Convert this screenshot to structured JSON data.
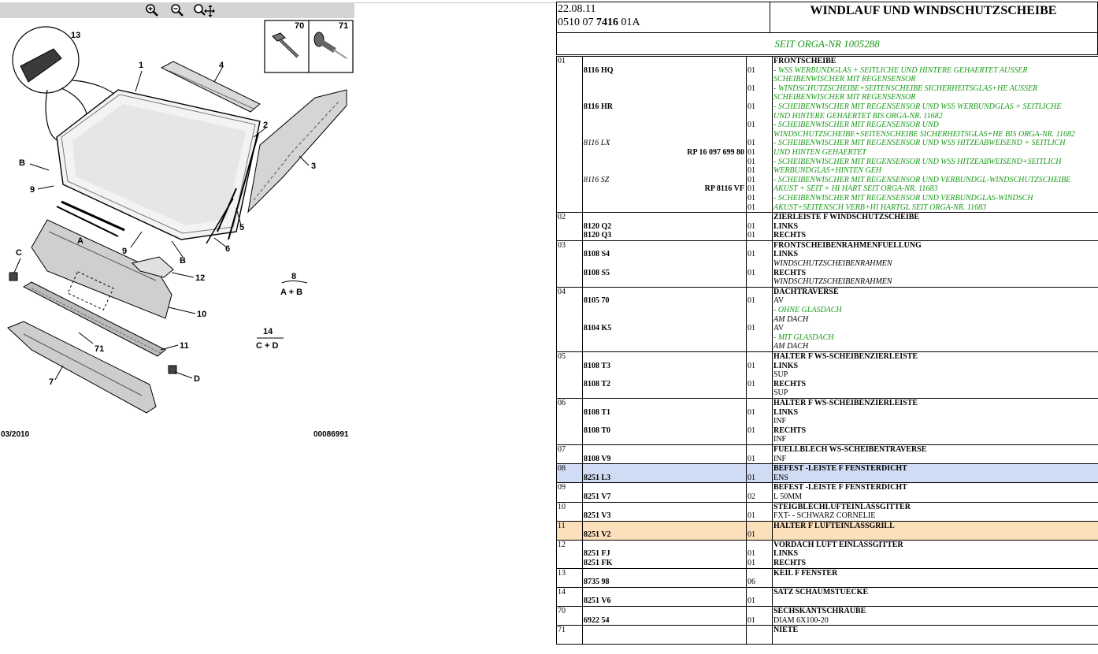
{
  "toolbar": {
    "zoom_in_icon": "zoom-in-icon",
    "zoom_out_icon": "zoom-out-icon",
    "pan_icon": "pan-icon"
  },
  "diagram": {
    "callouts": [
      "13",
      "1",
      "4",
      "2",
      "3",
      "B",
      "9",
      "A",
      "9",
      "B",
      "5",
      "6",
      "C",
      "12",
      "8",
      "A + B",
      "10",
      "14",
      "C + D",
      "11",
      "71",
      "7",
      "D",
      "70",
      "71"
    ],
    "footer_left": "03/2010",
    "footer_right": "00086991"
  },
  "header": {
    "date": "22.08.11",
    "code_pre": "0510 07 ",
    "code_bold": "7416",
    "code_post": " 01A",
    "title": "WINDLAUF UND WINDSCHUTZSCHEIBE",
    "since": "SEIT ORGA-NR 1005288"
  },
  "rows": [
    {
      "pos": "01",
      "hl": "",
      "lines": [
        {
          "ref": "",
          "refs": "",
          "rp": "",
          "qty": "",
          "desc": "FRONTSCHEIBE",
          "ds": "b"
        },
        {
          "ref": "8116 HQ",
          "refs": "b",
          "rp": "",
          "qty": "01",
          "desc": "- WSS WERBUNDGLAS + SEITLICHE UND HINTERE GEHAERTET AUSSER",
          "ds": "g"
        },
        {
          "ref": "",
          "refs": "",
          "rp": "",
          "qty": "",
          "desc": "SCHEIBENWISCHER MIT REGENSENSOR",
          "ds": "g"
        },
        {
          "ref": "",
          "refs": "",
          "rp": "",
          "qty": "01",
          "desc": "- WINDSCHUTZSCHEIBE+SEITENSCHEIBE SICHERHEITSGLAS+HE AUSSER",
          "ds": "g"
        },
        {
          "ref": "",
          "refs": "",
          "rp": "",
          "qty": "",
          "desc": "SCHEIBENWISCHER MIT REGENSENSOR",
          "ds": "g"
        },
        {
          "ref": "8116 HR",
          "refs": "b",
          "rp": "",
          "qty": "01",
          "desc": "- SCHEIBENWISCHER MIT REGENSENSOR UND WSS WERBUNDGLAS + SEITLICHE",
          "ds": "g"
        },
        {
          "ref": "",
          "refs": "",
          "rp": "",
          "qty": "",
          "desc": "UND HINTERE GEHAERTET BIS ORGA-NR. 11682",
          "ds": "g"
        },
        {
          "ref": "",
          "refs": "",
          "rp": "",
          "qty": "01",
          "desc": "- SCHEIBENWISCHER MIT REGENSENSOR UND",
          "ds": "g"
        },
        {
          "ref": "",
          "refs": "",
          "rp": "",
          "qty": "",
          "desc": "WINDSCHUTZSCHEIBE+SEITENSCHEIBE SICHERHEITSGLAS+HE BIS ORGA-NR. 11682",
          "ds": "g"
        },
        {
          "ref": "8116 LX",
          "refs": "i",
          "rp": "",
          "qty": "01",
          "desc": "- SCHEIBENWISCHER MIT REGENSENSOR UND WSS HITZEABWEISEND + SEITLICH",
          "ds": "g"
        },
        {
          "ref": "",
          "refs": "",
          "rp": "RP 16 097 699 80",
          "qty": "01",
          "desc": "UND HINTEN GEHAERTET",
          "ds": "g"
        },
        {
          "ref": "",
          "refs": "",
          "rp": "",
          "qty": "01",
          "desc": "- SCHEIBENWISCHER MIT REGENSENSOR UND WSS HITZEABWEISEND+SEITLICH",
          "ds": "g"
        },
        {
          "ref": "",
          "refs": "",
          "rp": "",
          "qty": "01",
          "desc": "WERBUNDGLAS+HINTEN GEH",
          "ds": "g"
        },
        {
          "ref": "8116 SZ",
          "refs": "i",
          "rp": "",
          "qty": "01",
          "desc": "- SCHEIBENWISCHER MIT REGENSENSOR UND VERBUNDGL-WINDSCHUTZSCHEIBE",
          "ds": "g"
        },
        {
          "ref": "",
          "refs": "",
          "rp": "RP 8116 VF",
          "qty": "01",
          "desc": "AKUST + SEIT + HI HART SEIT ORGA-NR. 11683",
          "ds": "g"
        },
        {
          "ref": "",
          "refs": "",
          "rp": "",
          "qty": "01",
          "desc": "- SCHEIBENWISCHER MIT REGENSENSOR UND VERBUNDGLAS-WINDSCH",
          "ds": "g"
        },
        {
          "ref": "",
          "refs": "",
          "rp": "",
          "qty": "01",
          "desc": "AKUST+SEITENSCH VERB+HI HARTGL SEIT ORGA-NR. 11683",
          "ds": "g"
        }
      ]
    },
    {
      "pos": "02",
      "hl": "",
      "lines": [
        {
          "ref": "",
          "refs": "",
          "rp": "",
          "qty": "",
          "desc": "ZIERLEISTE F WINDSCHUTZSCHEIBE",
          "ds": "b"
        },
        {
          "ref": "8120 Q2",
          "refs": "b",
          "rp": "",
          "qty": "01",
          "desc": "LINKS",
          "ds": "b"
        },
        {
          "ref": "8120 Q3",
          "refs": "b",
          "rp": "",
          "qty": "01",
          "desc": "RECHTS",
          "ds": "b"
        }
      ]
    },
    {
      "pos": "03",
      "hl": "",
      "lines": [
        {
          "ref": "",
          "refs": "",
          "rp": "",
          "qty": "",
          "desc": "FRONTSCHEIBENRAHMENFUELLUNG",
          "ds": "b"
        },
        {
          "ref": "8108 S4",
          "refs": "b",
          "rp": "",
          "qty": "01",
          "desc": "LINKS",
          "ds": "b"
        },
        {
          "ref": "",
          "refs": "",
          "rp": "",
          "qty": "",
          "desc": "WINDSCHUTZSCHEIBENRAHMEN",
          "ds": "i"
        },
        {
          "ref": "8108 S5",
          "refs": "b",
          "rp": "",
          "qty": "01",
          "desc": "RECHTS",
          "ds": "b"
        },
        {
          "ref": "",
          "refs": "",
          "rp": "",
          "qty": "",
          "desc": "WINDSCHUTZSCHEIBENRAHMEN",
          "ds": "i"
        }
      ]
    },
    {
      "pos": "04",
      "hl": "",
      "lines": [
        {
          "ref": "",
          "refs": "",
          "rp": "",
          "qty": "",
          "desc": "DACHTRAVERSE",
          "ds": "b"
        },
        {
          "ref": "8105 70",
          "refs": "b",
          "rp": "",
          "qty": "01",
          "desc": "AV",
          "ds": "n"
        },
        {
          "ref": "",
          "refs": "",
          "rp": "",
          "qty": "",
          "desc": "- OHNE GLASDACH",
          "ds": "g"
        },
        {
          "ref": "",
          "refs": "",
          "rp": "",
          "qty": "",
          "desc": "AM DACH",
          "ds": "i"
        },
        {
          "ref": "8104 K5",
          "refs": "b",
          "rp": "",
          "qty": "01",
          "desc": "AV",
          "ds": "n"
        },
        {
          "ref": "",
          "refs": "",
          "rp": "",
          "qty": "",
          "desc": "- MIT GLASDACH",
          "ds": "g"
        },
        {
          "ref": "",
          "refs": "",
          "rp": "",
          "qty": "",
          "desc": "AM DACH",
          "ds": "i"
        }
      ]
    },
    {
      "pos": "05",
      "hl": "",
      "lines": [
        {
          "ref": "",
          "refs": "",
          "rp": "",
          "qty": "",
          "desc": "HALTER F WS-SCHEIBENZIERLEISTE",
          "ds": "b"
        },
        {
          "ref": "8108 T3",
          "refs": "b",
          "rp": "",
          "qty": "01",
          "desc": "LINKS",
          "ds": "b"
        },
        {
          "ref": "",
          "refs": "",
          "rp": "",
          "qty": "",
          "desc": "SUP",
          "ds": "n"
        },
        {
          "ref": "8108 T2",
          "refs": "b",
          "rp": "",
          "qty": "01",
          "desc": "RECHTS",
          "ds": "b"
        },
        {
          "ref": "",
          "refs": "",
          "rp": "",
          "qty": "",
          "desc": "SUP",
          "ds": "n"
        }
      ]
    },
    {
      "pos": "06",
      "hl": "",
      "lines": [
        {
          "ref": "",
          "refs": "",
          "rp": "",
          "qty": "",
          "desc": "HALTER F WS-SCHEIBENZIERLEISTE",
          "ds": "b"
        },
        {
          "ref": "8108 T1",
          "refs": "b",
          "rp": "",
          "qty": "01",
          "desc": "LINKS",
          "ds": "b"
        },
        {
          "ref": "",
          "refs": "",
          "rp": "",
          "qty": "",
          "desc": "INF",
          "ds": "n"
        },
        {
          "ref": "8108 T0",
          "refs": "b",
          "rp": "",
          "qty": "01",
          "desc": "RECHTS",
          "ds": "b"
        },
        {
          "ref": "",
          "refs": "",
          "rp": "",
          "qty": "",
          "desc": "INF",
          "ds": "n"
        }
      ]
    },
    {
      "pos": "07",
      "hl": "",
      "lines": [
        {
          "ref": "",
          "refs": "",
          "rp": "",
          "qty": "",
          "desc": "FUELLBLECH WS-SCHEIBENTRAVERSE",
          "ds": "b"
        },
        {
          "ref": "8108 V9",
          "refs": "b",
          "rp": "",
          "qty": "01",
          "desc": "INF",
          "ds": "n"
        }
      ]
    },
    {
      "pos": "08",
      "hl": "blue",
      "lines": [
        {
          "ref": "",
          "refs": "",
          "rp": "",
          "qty": "",
          "desc": "BEFEST -LEISTE F FENSTERDICHT",
          "ds": "b"
        },
        {
          "ref": "8251 L3",
          "refs": "b",
          "rp": "",
          "qty": "01",
          "desc": "ENS",
          "ds": "n"
        }
      ]
    },
    {
      "pos": "09",
      "hl": "",
      "lines": [
        {
          "ref": "",
          "refs": "",
          "rp": "",
          "qty": "",
          "desc": "BEFEST -LEISTE F FENSTERDICHT",
          "ds": "b"
        },
        {
          "ref": "8251 V7",
          "refs": "b",
          "rp": "",
          "qty": "02",
          "desc": "L 50MM",
          "ds": "n"
        }
      ]
    },
    {
      "pos": "10",
      "hl": "",
      "lines": [
        {
          "ref": "",
          "refs": "",
          "rp": "",
          "qty": "",
          "desc": "STEIGBLECHLUFTEINLASSGITTER",
          "ds": "b"
        },
        {
          "ref": "8251 V3",
          "refs": "b",
          "rp": "",
          "qty": "01",
          "desc": "FXT- - SCHWARZ CORNELIE",
          "ds": "n"
        }
      ]
    },
    {
      "pos": "11",
      "hl": "orange",
      "lines": [
        {
          "ref": "",
          "refs": "",
          "rp": "",
          "qty": "",
          "desc": "HALTER F LUFTEINLASSGRILL",
          "ds": "b"
        },
        {
          "ref": "8251 V2",
          "refs": "b",
          "rp": "",
          "qty": "01",
          "desc": "",
          "ds": "n"
        }
      ]
    },
    {
      "pos": "12",
      "hl": "",
      "lines": [
        {
          "ref": "",
          "refs": "",
          "rp": "",
          "qty": "",
          "desc": "VORDACH LUFT EINLASSGITTER",
          "ds": "b"
        },
        {
          "ref": "8251 FJ",
          "refs": "b",
          "rp": "",
          "qty": "01",
          "desc": "LINKS",
          "ds": "b"
        },
        {
          "ref": "8251 FK",
          "refs": "b",
          "rp": "",
          "qty": "01",
          "desc": "RECHTS",
          "ds": "b"
        }
      ]
    },
    {
      "pos": "13",
      "hl": "",
      "lines": [
        {
          "ref": "",
          "refs": "",
          "rp": "",
          "qty": "",
          "desc": "KEIL F FENSTER",
          "ds": "b"
        },
        {
          "ref": "8735 98",
          "refs": "b",
          "rp": "",
          "qty": "06",
          "desc": "",
          "ds": "n"
        }
      ]
    },
    {
      "pos": "14",
      "hl": "",
      "lines": [
        {
          "ref": "",
          "refs": "",
          "rp": "",
          "qty": "",
          "desc": "SATZ SCHAUMSTUECKE",
          "ds": "b"
        },
        {
          "ref": "8251 V6",
          "refs": "b",
          "rp": "",
          "qty": "01",
          "desc": "",
          "ds": "n"
        }
      ]
    },
    {
      "pos": "70",
      "hl": "",
      "lines": [
        {
          "ref": "",
          "refs": "",
          "rp": "",
          "qty": "",
          "desc": "SECHSKANTSCHRAUBE",
          "ds": "b"
        },
        {
          "ref": "6922 54",
          "refs": "b",
          "rp": "",
          "qty": "01",
          "desc": "DIAM 6X100-20",
          "ds": "n"
        }
      ]
    },
    {
      "pos": "71",
      "hl": "",
      "lines": [
        {
          "ref": "",
          "refs": "",
          "rp": "",
          "qty": "",
          "desc": "NIETE",
          "ds": "b"
        },
        {
          "ref": "",
          "refs": "",
          "rp": "",
          "qty": "",
          "desc": "",
          "ds": "n"
        }
      ]
    }
  ]
}
